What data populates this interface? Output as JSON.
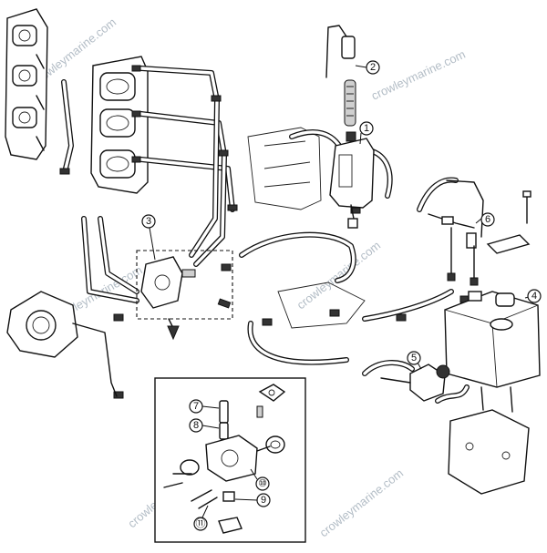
{
  "callouts": [
    {
      "id": "1",
      "label": "1"
    },
    {
      "id": "2",
      "label": "2"
    },
    {
      "id": "3",
      "label": "3"
    },
    {
      "id": "4",
      "label": "4"
    },
    {
      "id": "5",
      "label": "5"
    },
    {
      "id": "6",
      "label": "6"
    },
    {
      "id": "7",
      "label": "7"
    },
    {
      "id": "8",
      "label": "8"
    },
    {
      "id": "9",
      "label": "9"
    },
    {
      "id": "10",
      "label": "⑩"
    },
    {
      "id": "11",
      "label": "⑪"
    }
  ],
  "watermark": {
    "text": "crowleymarine.com"
  }
}
